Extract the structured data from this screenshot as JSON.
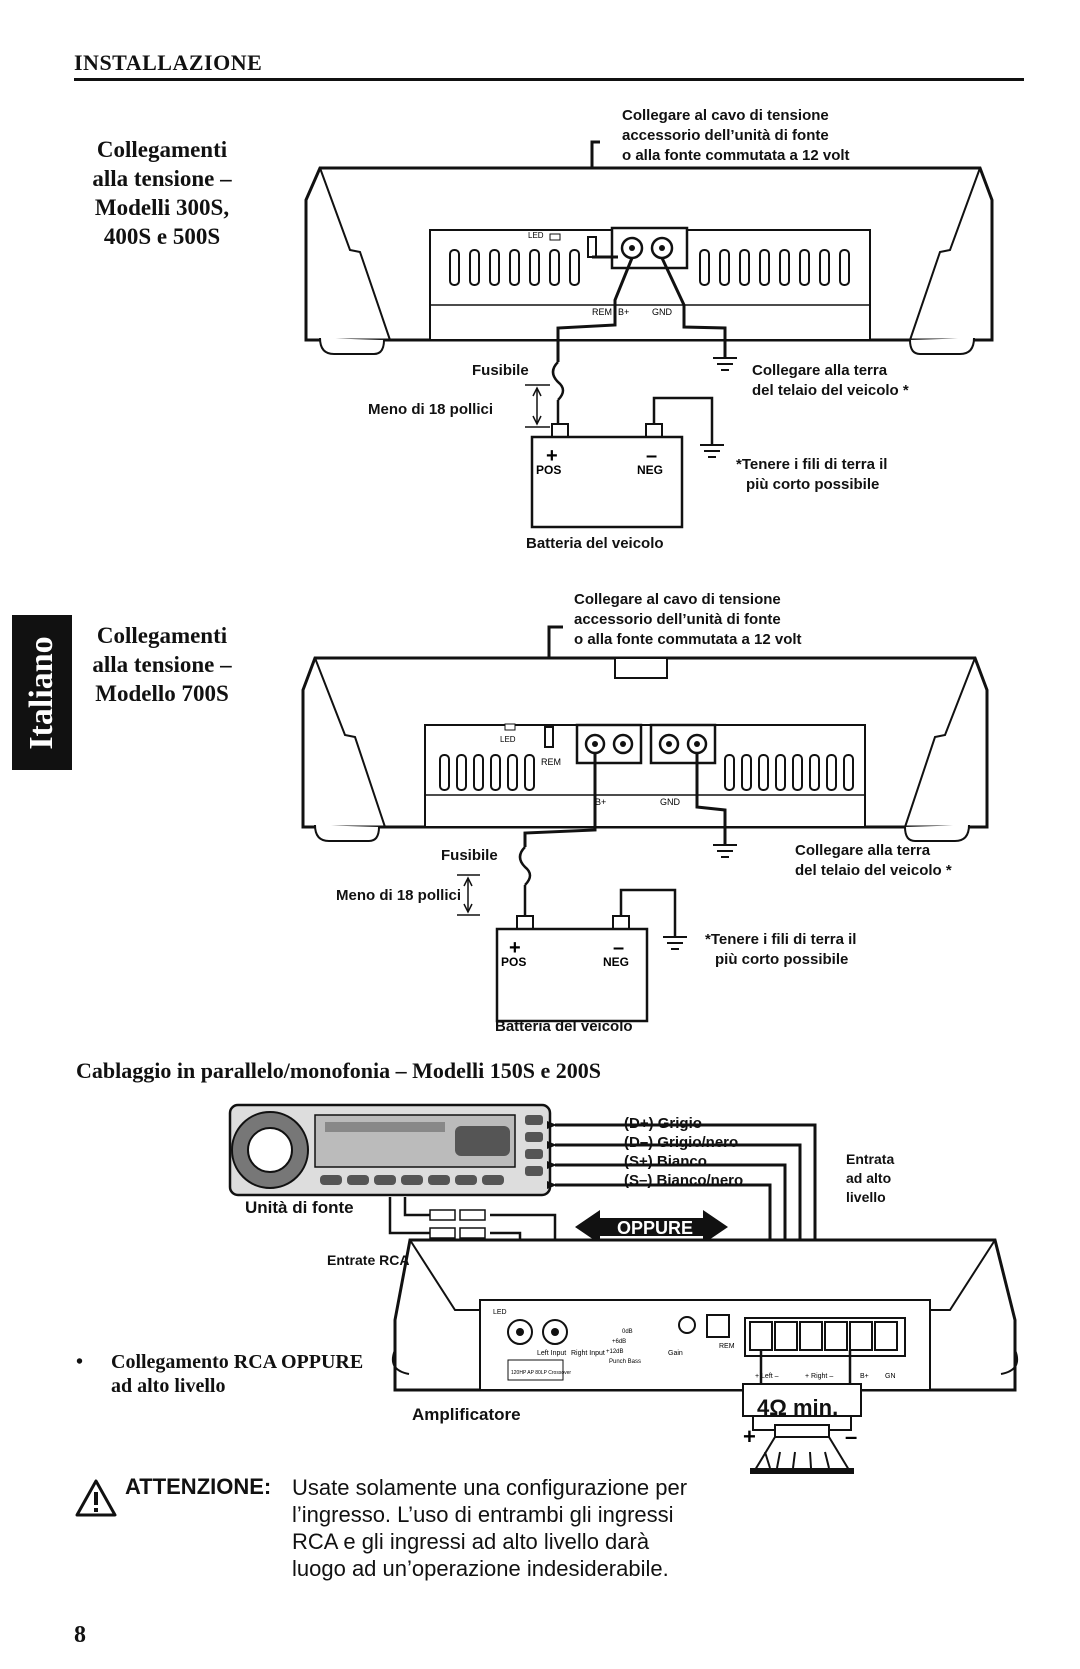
{
  "header": {
    "title": "INSTALLAZIONE"
  },
  "side_tab": {
    "label": "Italiano"
  },
  "section1": {
    "title_lines": [
      "Collegamenti",
      "alla tensione –",
      "Modelli 300S,",
      "400S e 500S"
    ],
    "remote_label": [
      "Collegare al cavo di tensione",
      "accessorio dell’unità di fonte",
      "o alla fonte commutata a 12 volt"
    ],
    "terminal_labels": {
      "led": "LED",
      "rem": "REM",
      "bplus": "B+",
      "gnd": "GND"
    },
    "fuse_label": "Fusibile",
    "distance_label": "Meno di 18 pollici",
    "ground_label": [
      "Collegare alla terra",
      "del telaio del veicolo *"
    ],
    "battery": {
      "plus": "+",
      "minus": "–",
      "pos": "POS",
      "neg": "NEG",
      "label": "Batteria del veicolo"
    },
    "note": [
      "*Tenere i fili di terra il",
      "più corto possibile"
    ]
  },
  "section2": {
    "title_lines": [
      "Collegamenti",
      "alla tensione –",
      "Modello 700S"
    ],
    "remote_label": [
      "Collegare al cavo di tensione",
      "accessorio dell’unità di fonte",
      "o alla fonte commutata a 12 volt"
    ],
    "terminal_labels": {
      "led": "LED",
      "rem": "REM",
      "bplus": "B+",
      "gnd": "GND"
    },
    "fuse_label": "Fusibile",
    "distance_label": "Meno di 18 pollici",
    "ground_label": [
      "Collegare alla terra",
      "del telaio del veicolo *"
    ],
    "battery": {
      "plus": "+",
      "minus": "–",
      "pos": "POS",
      "neg": "NEG",
      "label": "Batteria del veicolo"
    },
    "note": [
      "*Tenere i fili di terra il",
      "più corto possibile"
    ]
  },
  "section3": {
    "title": "Cablaggio in parallelo/monofonia – Modelli 150S e 200S",
    "source_unit_label": "Unità di fonte",
    "wire_labels": [
      "(D+) Grigio",
      "(D–) Grigio/nero",
      "(S+) Bianco",
      "(S–) Bianco/nero"
    ],
    "high_level_label": [
      "Entrata",
      "ad alto",
      "livello"
    ],
    "oppure": "OPPURE",
    "rca_label": "Entrate RCA",
    "amp_label": "Amplificatore",
    "amp_panel": {
      "led": "LED",
      "left_input": "Left Input",
      "right_input": "Right Input",
      "gain_marks": [
        "0dB",
        "+6dB",
        "+12dB"
      ],
      "gain": "Gain",
      "punch_bass": "Punch Bass",
      "rem": "REM",
      "crossover": "120HP AP 80LP Crossover",
      "speaker_terms": [
        "+ Left –",
        "+ Right –",
        "B+",
        "GN"
      ]
    },
    "impedance": "4Ω min.",
    "speaker_plus": "+",
    "speaker_minus": "–",
    "bullet": [
      "Collegamento RCA OPPURE",
      "ad alto livello"
    ]
  },
  "warning": {
    "title": "ATTENZIONE:",
    "text": [
      "Usate solamente una configurazione per",
      "l’ingresso. L’uso di entrambi gli ingressi",
      "RCA e gli ingressi ad alto livello darà",
      "luogo ad un’operazione indesiderabile."
    ]
  },
  "page_number": "8"
}
